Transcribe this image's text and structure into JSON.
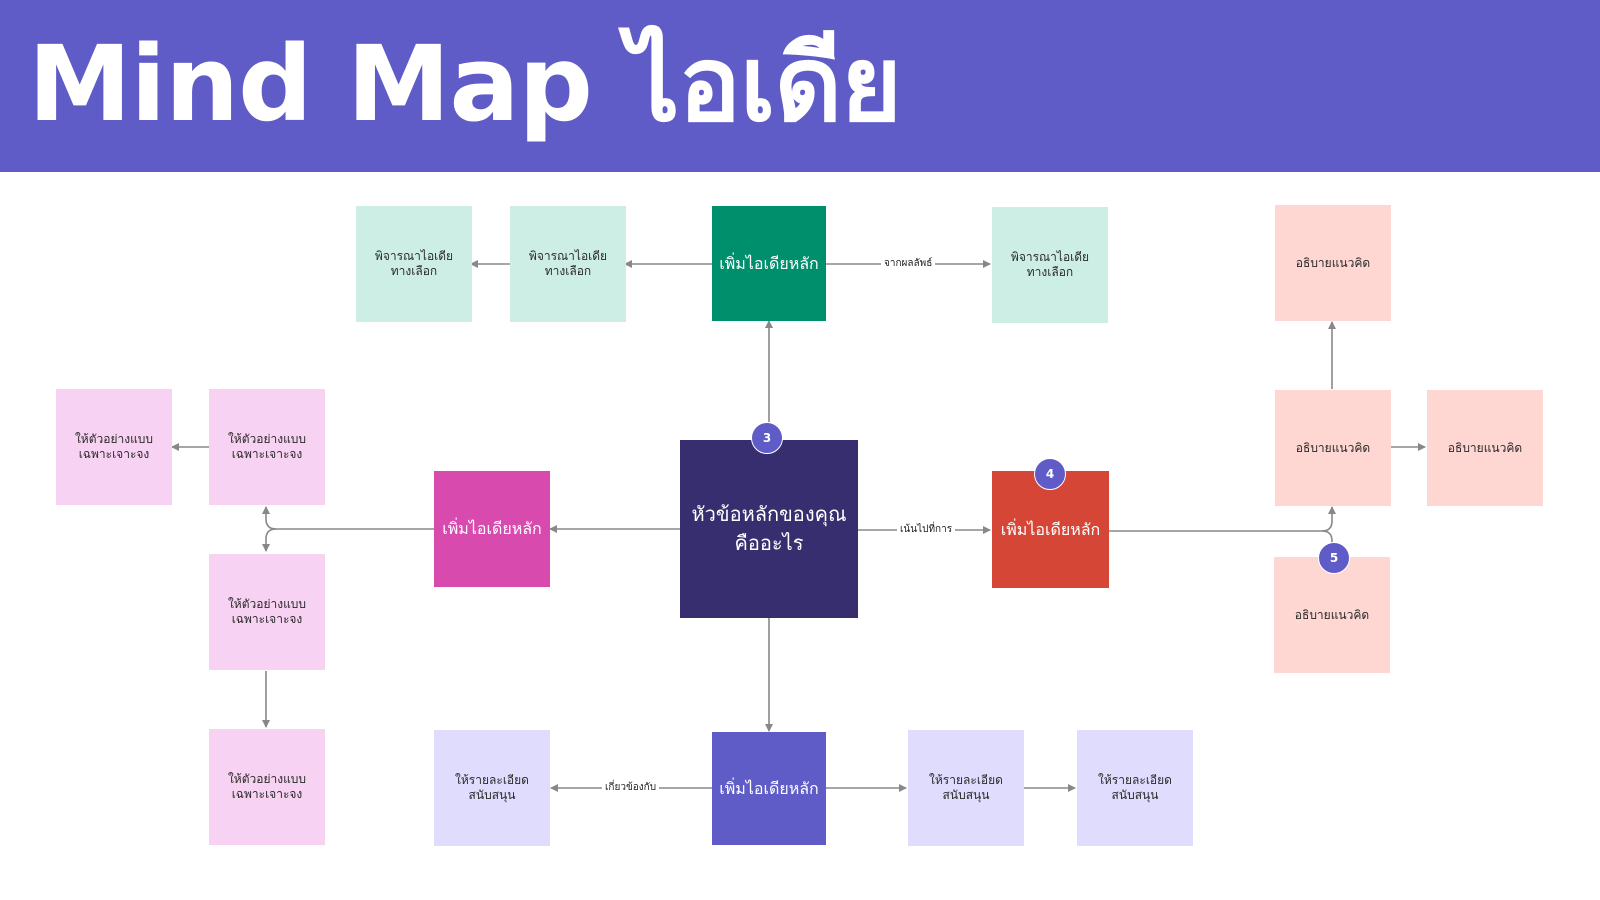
{
  "title": "Mind Map ไอเดีย",
  "center": {
    "line1": "หัวข้อหลักของคุณ",
    "line2": "คืออะไร"
  },
  "main_ideas": {
    "top": "เพิ่มไอเดียหลัก",
    "left": "เพิ่มไอเดียหลัก",
    "right": "เพิ่มไอเดียหลัก",
    "bottom": "เพิ่มไอเดียหลัก"
  },
  "alternatives": [
    {
      "line1": "พิจารณาไอเดีย",
      "line2": "ทางเลือก"
    },
    {
      "line1": "พิจารณาไอเดีย",
      "line2": "ทางเลือก"
    },
    {
      "line1": "พิจารณาไอเดีย",
      "line2": "ทางเลือก"
    }
  ],
  "examples": [
    {
      "line1": "ให้ตัวอย่างแบบ",
      "line2": "เฉพาะเจาะจง"
    },
    {
      "line1": "ให้ตัวอย่างแบบ",
      "line2": "เฉพาะเจาะจง"
    },
    {
      "line1": "ให้ตัวอย่างแบบ",
      "line2": "เฉพาะเจาะจง"
    },
    {
      "line1": "ให้ตัวอย่างแบบ",
      "line2": "เฉพาะเจาะจง"
    }
  ],
  "concepts": [
    "อธิบายแนวคิด",
    "อธิบายแนวคิด",
    "อธิบายแนวคิด",
    "อธิบายแนวคิด"
  ],
  "details": [
    {
      "line1": "ให้รายละเอียด",
      "line2": "สนับสนุน"
    },
    {
      "line1": "ให้รายละเอียด",
      "line2": "สนับสนุน"
    },
    {
      "line1": "ให้รายละเอียด",
      "line2": "สนับสนุน"
    }
  ],
  "edge_labels": {
    "from_result": "จากผลลัพธ์",
    "focus_on": "เน้นไปที่การ",
    "related_to": "เกี่ยวข้องกับ"
  },
  "badges": [
    "3",
    "4",
    "5"
  ],
  "colors": {
    "header": "#5f5cc8",
    "center": "#372e70",
    "main_top": "#008f6c",
    "main_left": "#d84aae",
    "main_right": "#d64637",
    "main_bottom": "#5f5cc8",
    "alternative": "#cdeee5",
    "example": "#f8d2f2",
    "concept": "#fed7d2",
    "detail": "#e0dcfe",
    "connector": "#888888"
  }
}
